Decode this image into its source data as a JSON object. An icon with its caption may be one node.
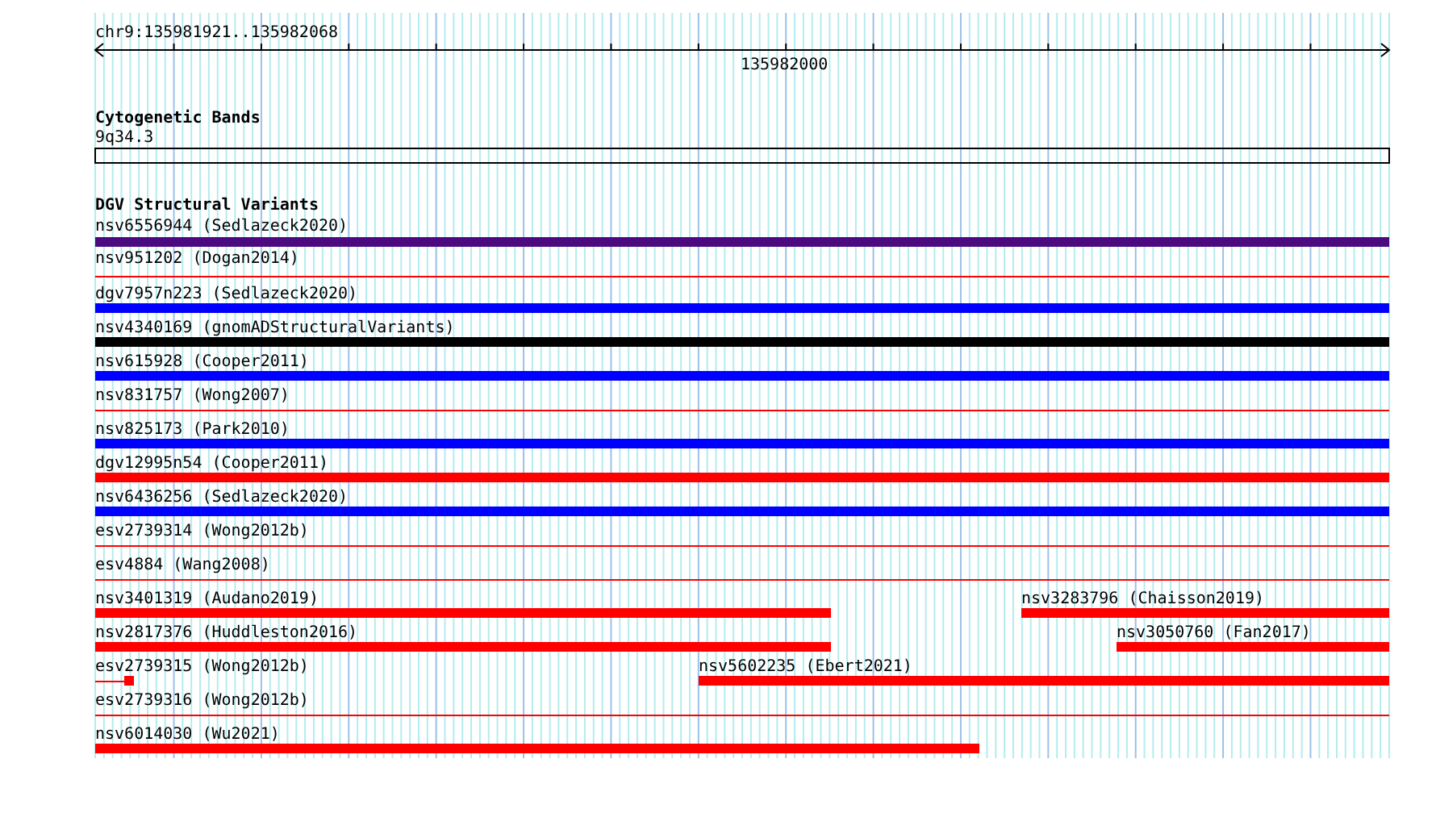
{
  "diagram": {
    "nodes": [
      {
        "text": [
          "nsv6556944 (Sedlazeck2020)"
        ]
      },
      {
        "text": [
          "nsv951202 (Dogan2014)"
        ]
      },
      {
        "text": [
          "dgv7957n223 (Sedlazeck2020)"
        ]
      },
      {
        "text": [
          "nsv4340169 (gnomADStructuralVariants)"
        ]
      },
      {
        "text": [
          "nsv615928 (Cooper2011)"
        ]
      },
      {
        "text": [
          "nsv831757 (Wong2007)"
        ]
      },
      {
        "text": [
          "nsv825173 (Park2010)"
        ]
      },
      {
        "text": [
          "dgv12995n54 (Cooper2011)"
        ]
      },
      {
        "text": [
          "nsv6436256 (Sedlazeck2020)"
        ]
      },
      {
        "text": [
          "esv2739314 (Wong2012b)"
        ]
      },
      {
        "text": [
          "esv4884 (Wang2008)"
        ]
      },
      {
        "text": [
          "nsv3401319 (Audano2019)"
        ]
      },
      {
        "text": [
          "nsv3283796 (Chaisson2019)"
        ]
      },
      {
        "text": [
          "nsv2817376 (Huddleston2016)"
        ]
      },
      {
        "text": [
          "nsv3050760 (Fan2017)"
        ]
      },
      {
        "text": [
          "esv2739315 (Wong2012b)"
        ]
      },
      {
        "text": [
          "nsv5602235 (Ebert2021)"
        ]
      },
      {
        "text": [
          "esv2739316 (Wong2012b)"
        ]
      },
      {
        "text": [
          "nsv6014030 (Wu2021)"
        ]
      }
    ],
    "edges": [],
    "labels": [
      "chr9:135981921..135982068",
      "135982000",
      "Cytogenetic Bands",
      "9q34.3",
      "DGV Structural Variants"
    ]
  }
}
